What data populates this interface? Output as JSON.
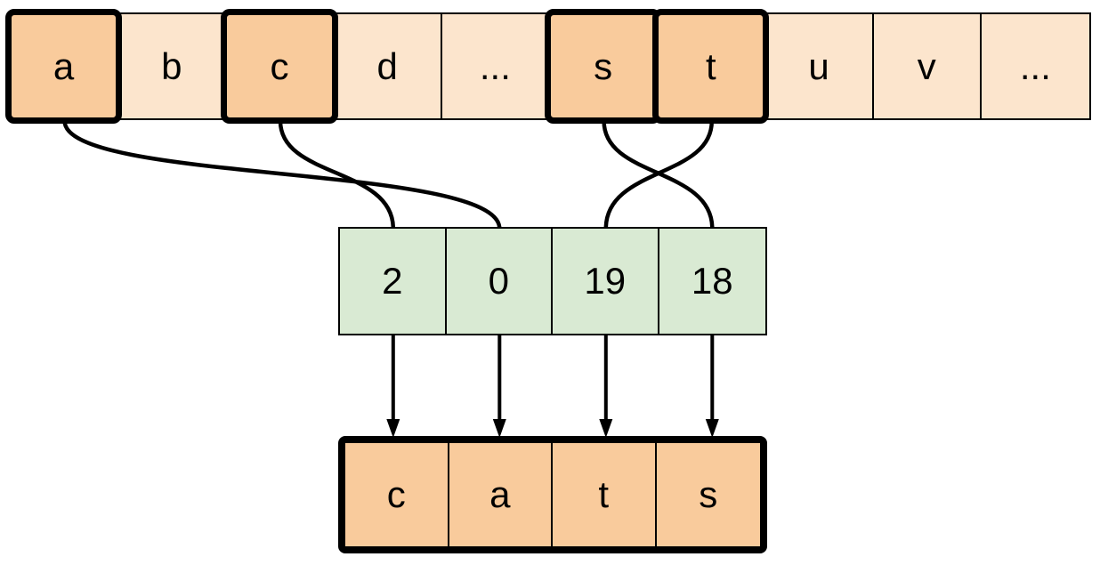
{
  "colors": {
    "canvas_bg": "#ffffff",
    "alphabet_cell_fill": "#fce5cd",
    "highlight_cell_fill": "#f9cb9c",
    "index_cell_fill": "#d9ead3",
    "output_cell_fill": "#f9cb9c",
    "line_color": "#000000"
  },
  "alphabet_array": {
    "cells": [
      {
        "label": "a",
        "highlighted": true
      },
      {
        "label": "b",
        "highlighted": false
      },
      {
        "label": "c",
        "highlighted": true
      },
      {
        "label": "d",
        "highlighted": false
      },
      {
        "label": "...",
        "highlighted": false
      },
      {
        "label": "s",
        "highlighted": true
      },
      {
        "label": "t",
        "highlighted": true
      },
      {
        "label": "u",
        "highlighted": false
      },
      {
        "label": "v",
        "highlighted": false
      },
      {
        "label": "...",
        "highlighted": false
      }
    ]
  },
  "index_array": {
    "cells": [
      {
        "label": "2"
      },
      {
        "label": "0"
      },
      {
        "label": "19"
      },
      {
        "label": "18"
      }
    ]
  },
  "output_array": {
    "cells": [
      {
        "label": "c"
      },
      {
        "label": "a"
      },
      {
        "label": "t"
      },
      {
        "label": "s"
      }
    ]
  },
  "connections": {
    "curves": [
      {
        "from_letter": "c",
        "to_index_value": "2"
      },
      {
        "from_letter": "a",
        "to_index_value": "0"
      },
      {
        "from_letter": "t",
        "to_index_value": "19"
      },
      {
        "from_letter": "s",
        "to_index_value": "18"
      }
    ],
    "arrows": [
      {
        "from_index_value": "2",
        "to_output_letter": "c"
      },
      {
        "from_index_value": "0",
        "to_output_letter": "a"
      },
      {
        "from_index_value": "19",
        "to_output_letter": "t"
      },
      {
        "from_index_value": "18",
        "to_output_letter": "s"
      }
    ]
  }
}
